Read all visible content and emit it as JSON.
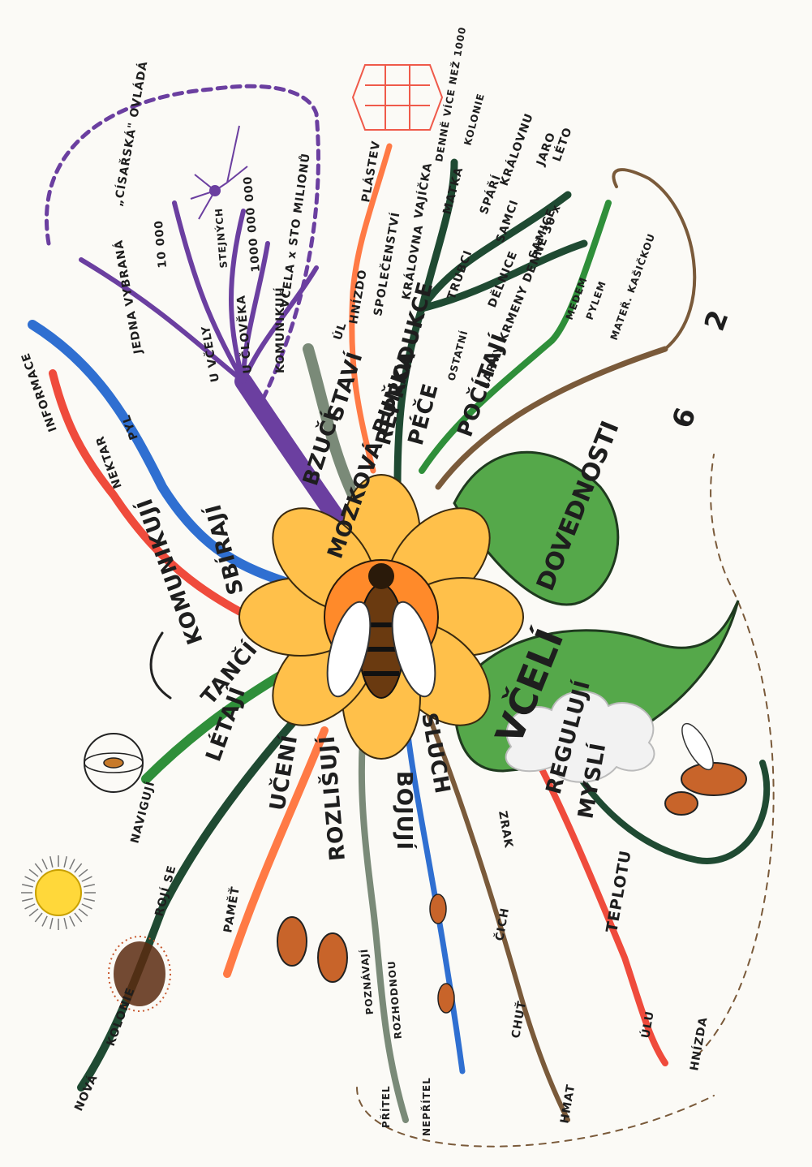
{
  "title": "VČELÍ",
  "subtitle": "DOVEDNOSTI",
  "colors": {
    "purple": "#6b3fa0",
    "blue": "#2f6fd1",
    "red": "#ef4b3c",
    "green": "#2f8f3a",
    "dark_green": "#1f4a32",
    "gray_green": "#7a8a78",
    "orange": "#ff7a45",
    "brown": "#7a5a3a",
    "leaf": "#55a84a",
    "petal": "#ffc04a"
  },
  "icons": [
    "flower-icon",
    "bee-icon",
    "sun-icon",
    "honeycomb-icon",
    "neuron-icon",
    "bee-swarm-icon",
    "cloud-icon"
  ],
  "branches": {
    "mozkova_bunka": {
      "label": "MOZKOVÁ BUŇKA",
      "sub": [
        "JEDNA VYBRANÁ",
        "„CÍSAŘSKÁ\" OVLÁDÁ",
        "U VČELY",
        "10 000",
        "STEJNÝCH",
        "U ČLOVĚKA",
        "1000 000 000",
        "VČELA x STO MILIONŮ",
        "KOMUNIKUJÍ"
      ]
    },
    "bzuci": {
      "label": "BZUČÍ"
    },
    "stavi": {
      "label": "STAVÍ",
      "sub": [
        "ÚL"
      ]
    },
    "reprodukce": {
      "label": "REPRODUKCE",
      "sub": [
        "HNÍZDO",
        "SPOLEČENSTVÍ",
        "PLÁSTEV",
        "KRÁLOVNA",
        "VAJÍČKA",
        "DENNĚ VÍCE NEŽ 1000",
        "MATKA",
        "KOLONIE",
        "TRUBCI",
        "SPÁŘÍ",
        "KRÁLOVNU",
        "SAMCI",
        "JARO",
        "LÉTO",
        "DĚLNICE",
        "SAMICE"
      ]
    },
    "pece": {
      "label": "PÉČE",
      "sub": [
        "OSTATNÍ",
        "LARVY KRMENY DENNĚ 30 x",
        "MEDEM",
        "PYLEM",
        "MATEŘ. KAŠIČKOU"
      ]
    },
    "pocitaji": {
      "label": "POČÍTAJÍ",
      "sub": [
        "6",
        "2"
      ]
    },
    "sbiraji": {
      "label": "SBÍRAJÍ",
      "sub": [
        "NEKTAR",
        "PYL"
      ]
    },
    "komunikuji": {
      "label": "KOMUNIKUJÍ",
      "sub": [
        "INFORMACE"
      ]
    },
    "tanci": {
      "label": "TANČÍ"
    },
    "letaji": {
      "label": "LÉTAJÍ",
      "sub": [
        "NAVIGUJÍ",
        "ROJÍ SE",
        "NOVÁ",
        "KOLONIE"
      ]
    },
    "uceni": {
      "label": "UČENÍ",
      "sub": [
        "PAMĚŤ"
      ]
    },
    "rozlisuji": {
      "label": "ROZLIŠUJÍ",
      "sub": [
        "POZNÁVAJÍ",
        "ROZHODNOU",
        "PŘÍTEL",
        "NEPŘÍTEL"
      ]
    },
    "bojuji": {
      "label": "BOJUJÍ"
    },
    "sluch": {
      "label": "SLUCH",
      "sub": [
        "ZRAK",
        "ČICH",
        "CHUŤ",
        "HMAT"
      ]
    },
    "reguluji": {
      "label": "REGULUJÍ",
      "sub": [
        "TEPLOTU",
        "ÚLU",
        "HNÍZDA"
      ]
    },
    "mysli": {
      "label": "MYSLÍ"
    }
  }
}
